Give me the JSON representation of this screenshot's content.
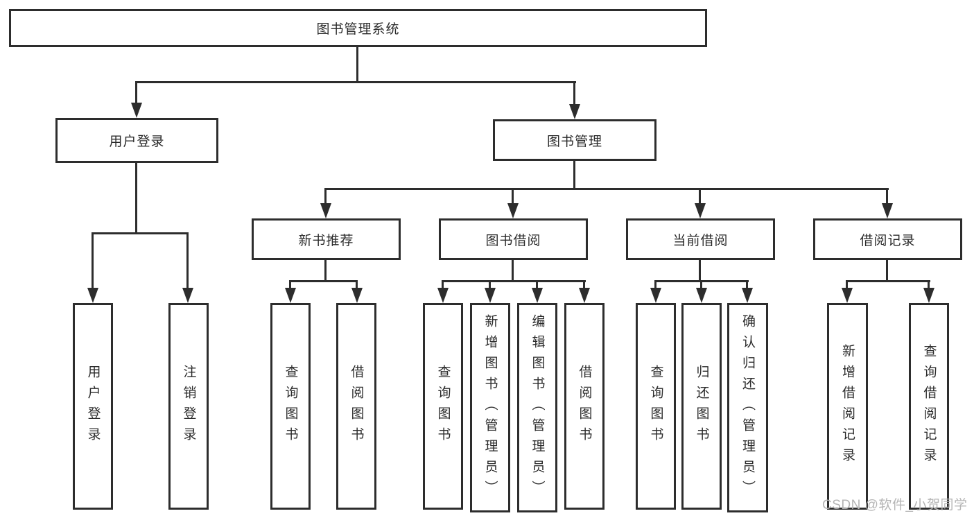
{
  "tree": {
    "root": {
      "label": "图书管理系统",
      "children": [
        {
          "label": "用户登录",
          "children": [
            {
              "label": "用户登录"
            },
            {
              "label": "注销登录"
            }
          ]
        },
        {
          "label": "图书管理",
          "children": [
            {
              "label": "新书推荐",
              "children": [
                {
                  "label": "查询图书"
                },
                {
                  "label": "借阅图书"
                }
              ]
            },
            {
              "label": "图书借阅",
              "children": [
                {
                  "label": "查询图书"
                },
                {
                  "label": "新增图书（管理员）"
                },
                {
                  "label": "编辑图书（管理员）"
                },
                {
                  "label": "借阅图书"
                }
              ]
            },
            {
              "label": "当前借阅",
              "children": [
                {
                  "label": "查询图书"
                },
                {
                  "label": "归还图书"
                },
                {
                  "label": "确认归还（管理员）"
                }
              ]
            },
            {
              "label": "借阅记录",
              "children": [
                {
                  "label": "新增借阅记录"
                },
                {
                  "label": "查询借阅记录"
                }
              ]
            }
          ]
        }
      ]
    }
  },
  "watermark": {
    "text": "CSDN @软件_小贺同学"
  },
  "colors": {
    "line": "#2d2d2d",
    "text": "#2b2b2b",
    "watermark": "#b5b5b5",
    "background": "#ffffff"
  }
}
